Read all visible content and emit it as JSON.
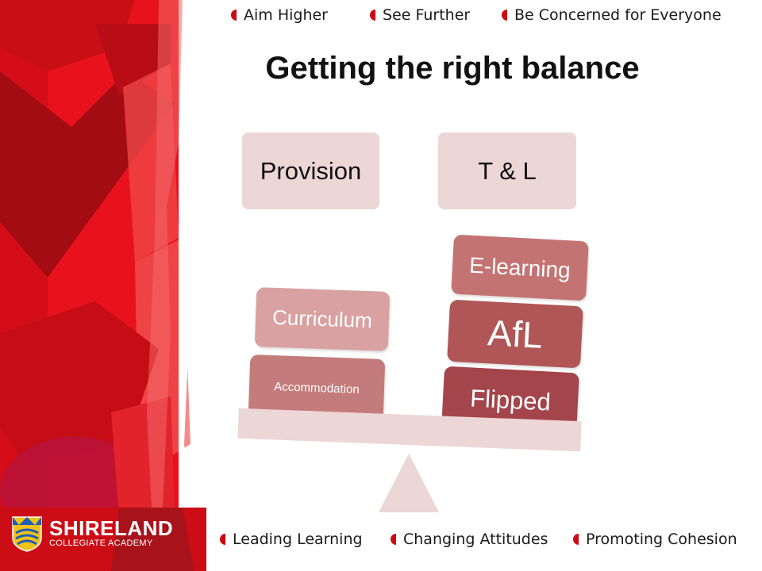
{
  "taglines_top": [
    "Aim Higher",
    "See Further",
    "Be Concerned for Everyone"
  ],
  "taglines_bottom": [
    "Leading Learning",
    "Changing Attitudes",
    "Promoting Cohesion"
  ],
  "slide": {
    "title": "Getting the right balance"
  },
  "columns": {
    "left": "Provision",
    "right": "T & L"
  },
  "left_pan": {
    "top": "Curriculum",
    "bottom": "Accommodation"
  },
  "right_pan": {
    "top": "E-learning",
    "middle": "AfL",
    "bottom": "Flipped"
  },
  "logo": {
    "name": "SHIRELAND",
    "subtitle": "COLLEGIATE ACADEMY"
  },
  "colors": {
    "brand_red": "#cc0a14",
    "pill_fill": "#ecd6d6",
    "block_light": "#d9a1a1",
    "block_mid": "#c47373",
    "block_dark": "#b05656",
    "block_darkest": "#a3454a"
  }
}
